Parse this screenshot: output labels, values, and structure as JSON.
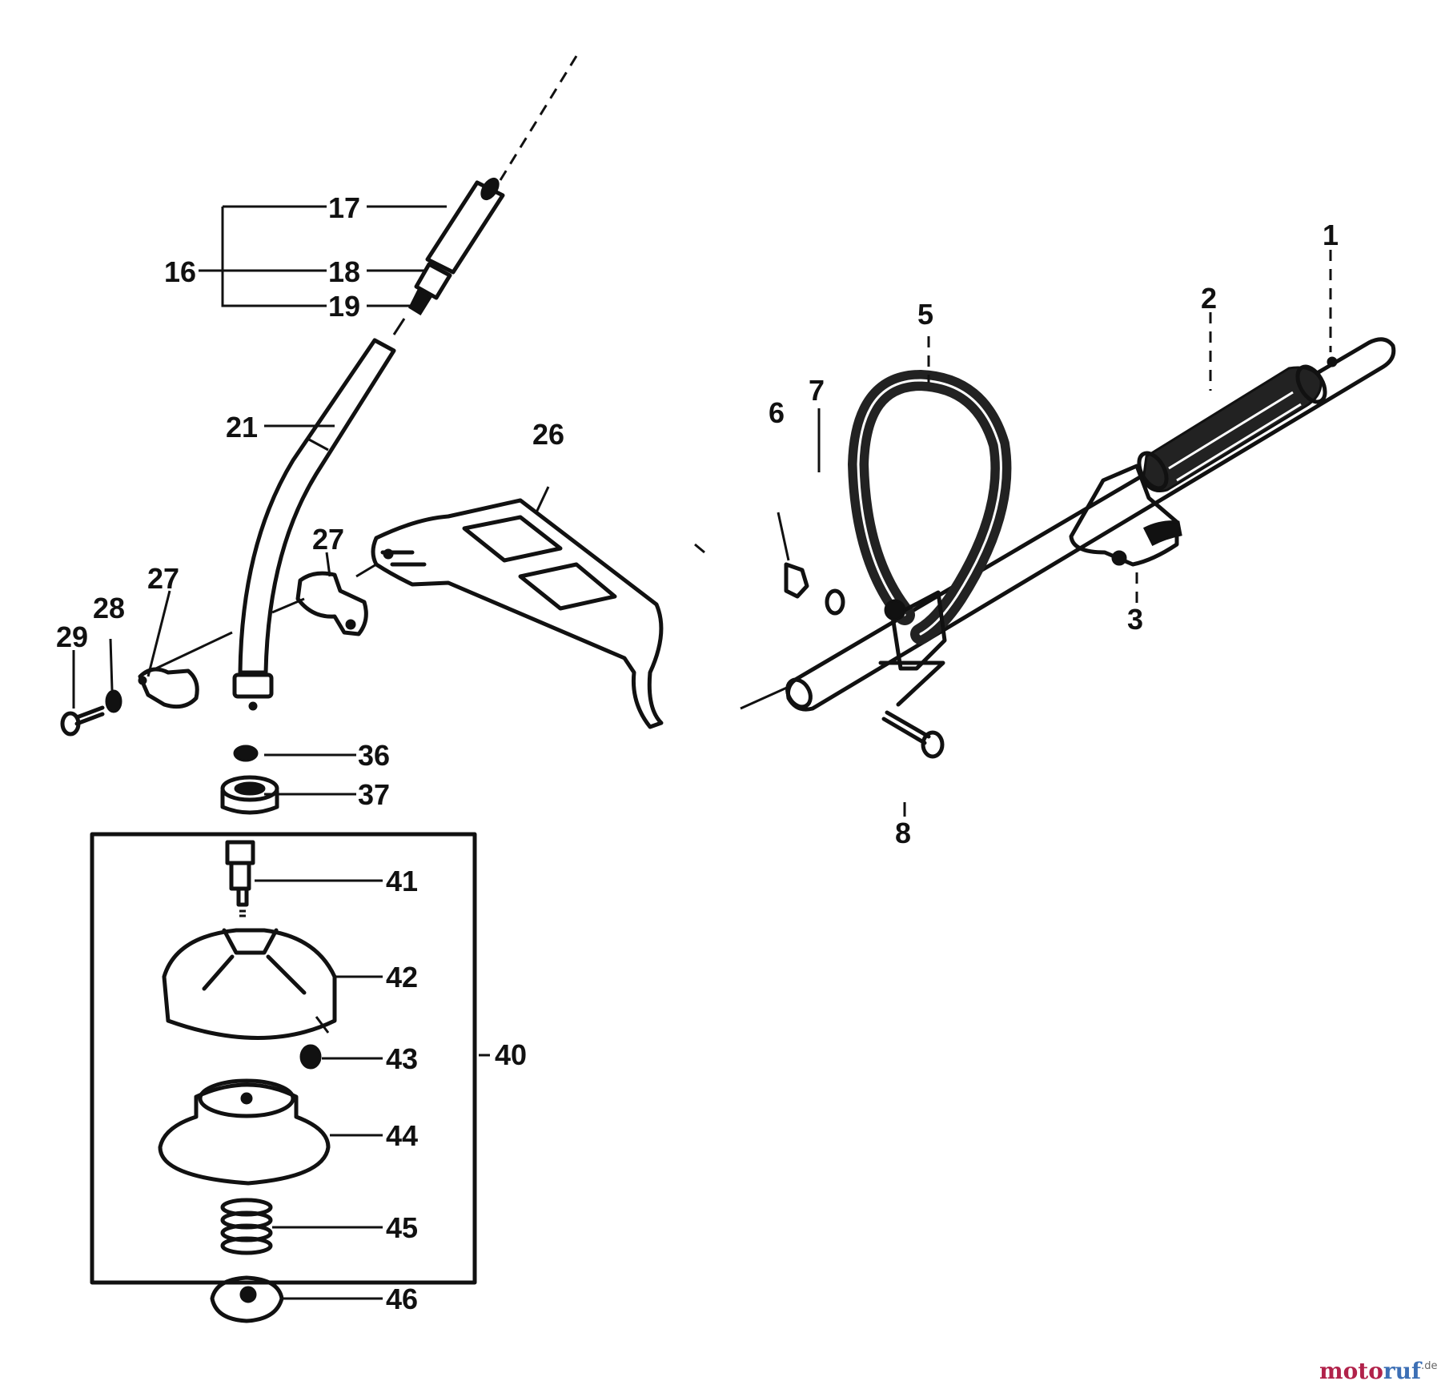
{
  "labels": {
    "p1": "1",
    "p2": "2",
    "p3": "3",
    "p5": "5",
    "p6": "6",
    "p7": "7",
    "p8": "8",
    "p16": "16",
    "p17": "17",
    "p18": "18",
    "p19": "19",
    "p21": "21",
    "p26": "26",
    "p27a": "27",
    "p27b": "27",
    "p28": "28",
    "p29": "29",
    "p36": "36",
    "p37": "37",
    "p40": "40",
    "p41": "41",
    "p42": "42",
    "p43": "43",
    "p44": "44",
    "p45": "45",
    "p46": "46"
  },
  "watermark": {
    "moto": "moto",
    "ruf": "ruf",
    "tld": ".de"
  },
  "colors": {
    "ink": "#111111",
    "watermark_red": "#b1224a",
    "watermark_blue": "#3c6fb5"
  }
}
